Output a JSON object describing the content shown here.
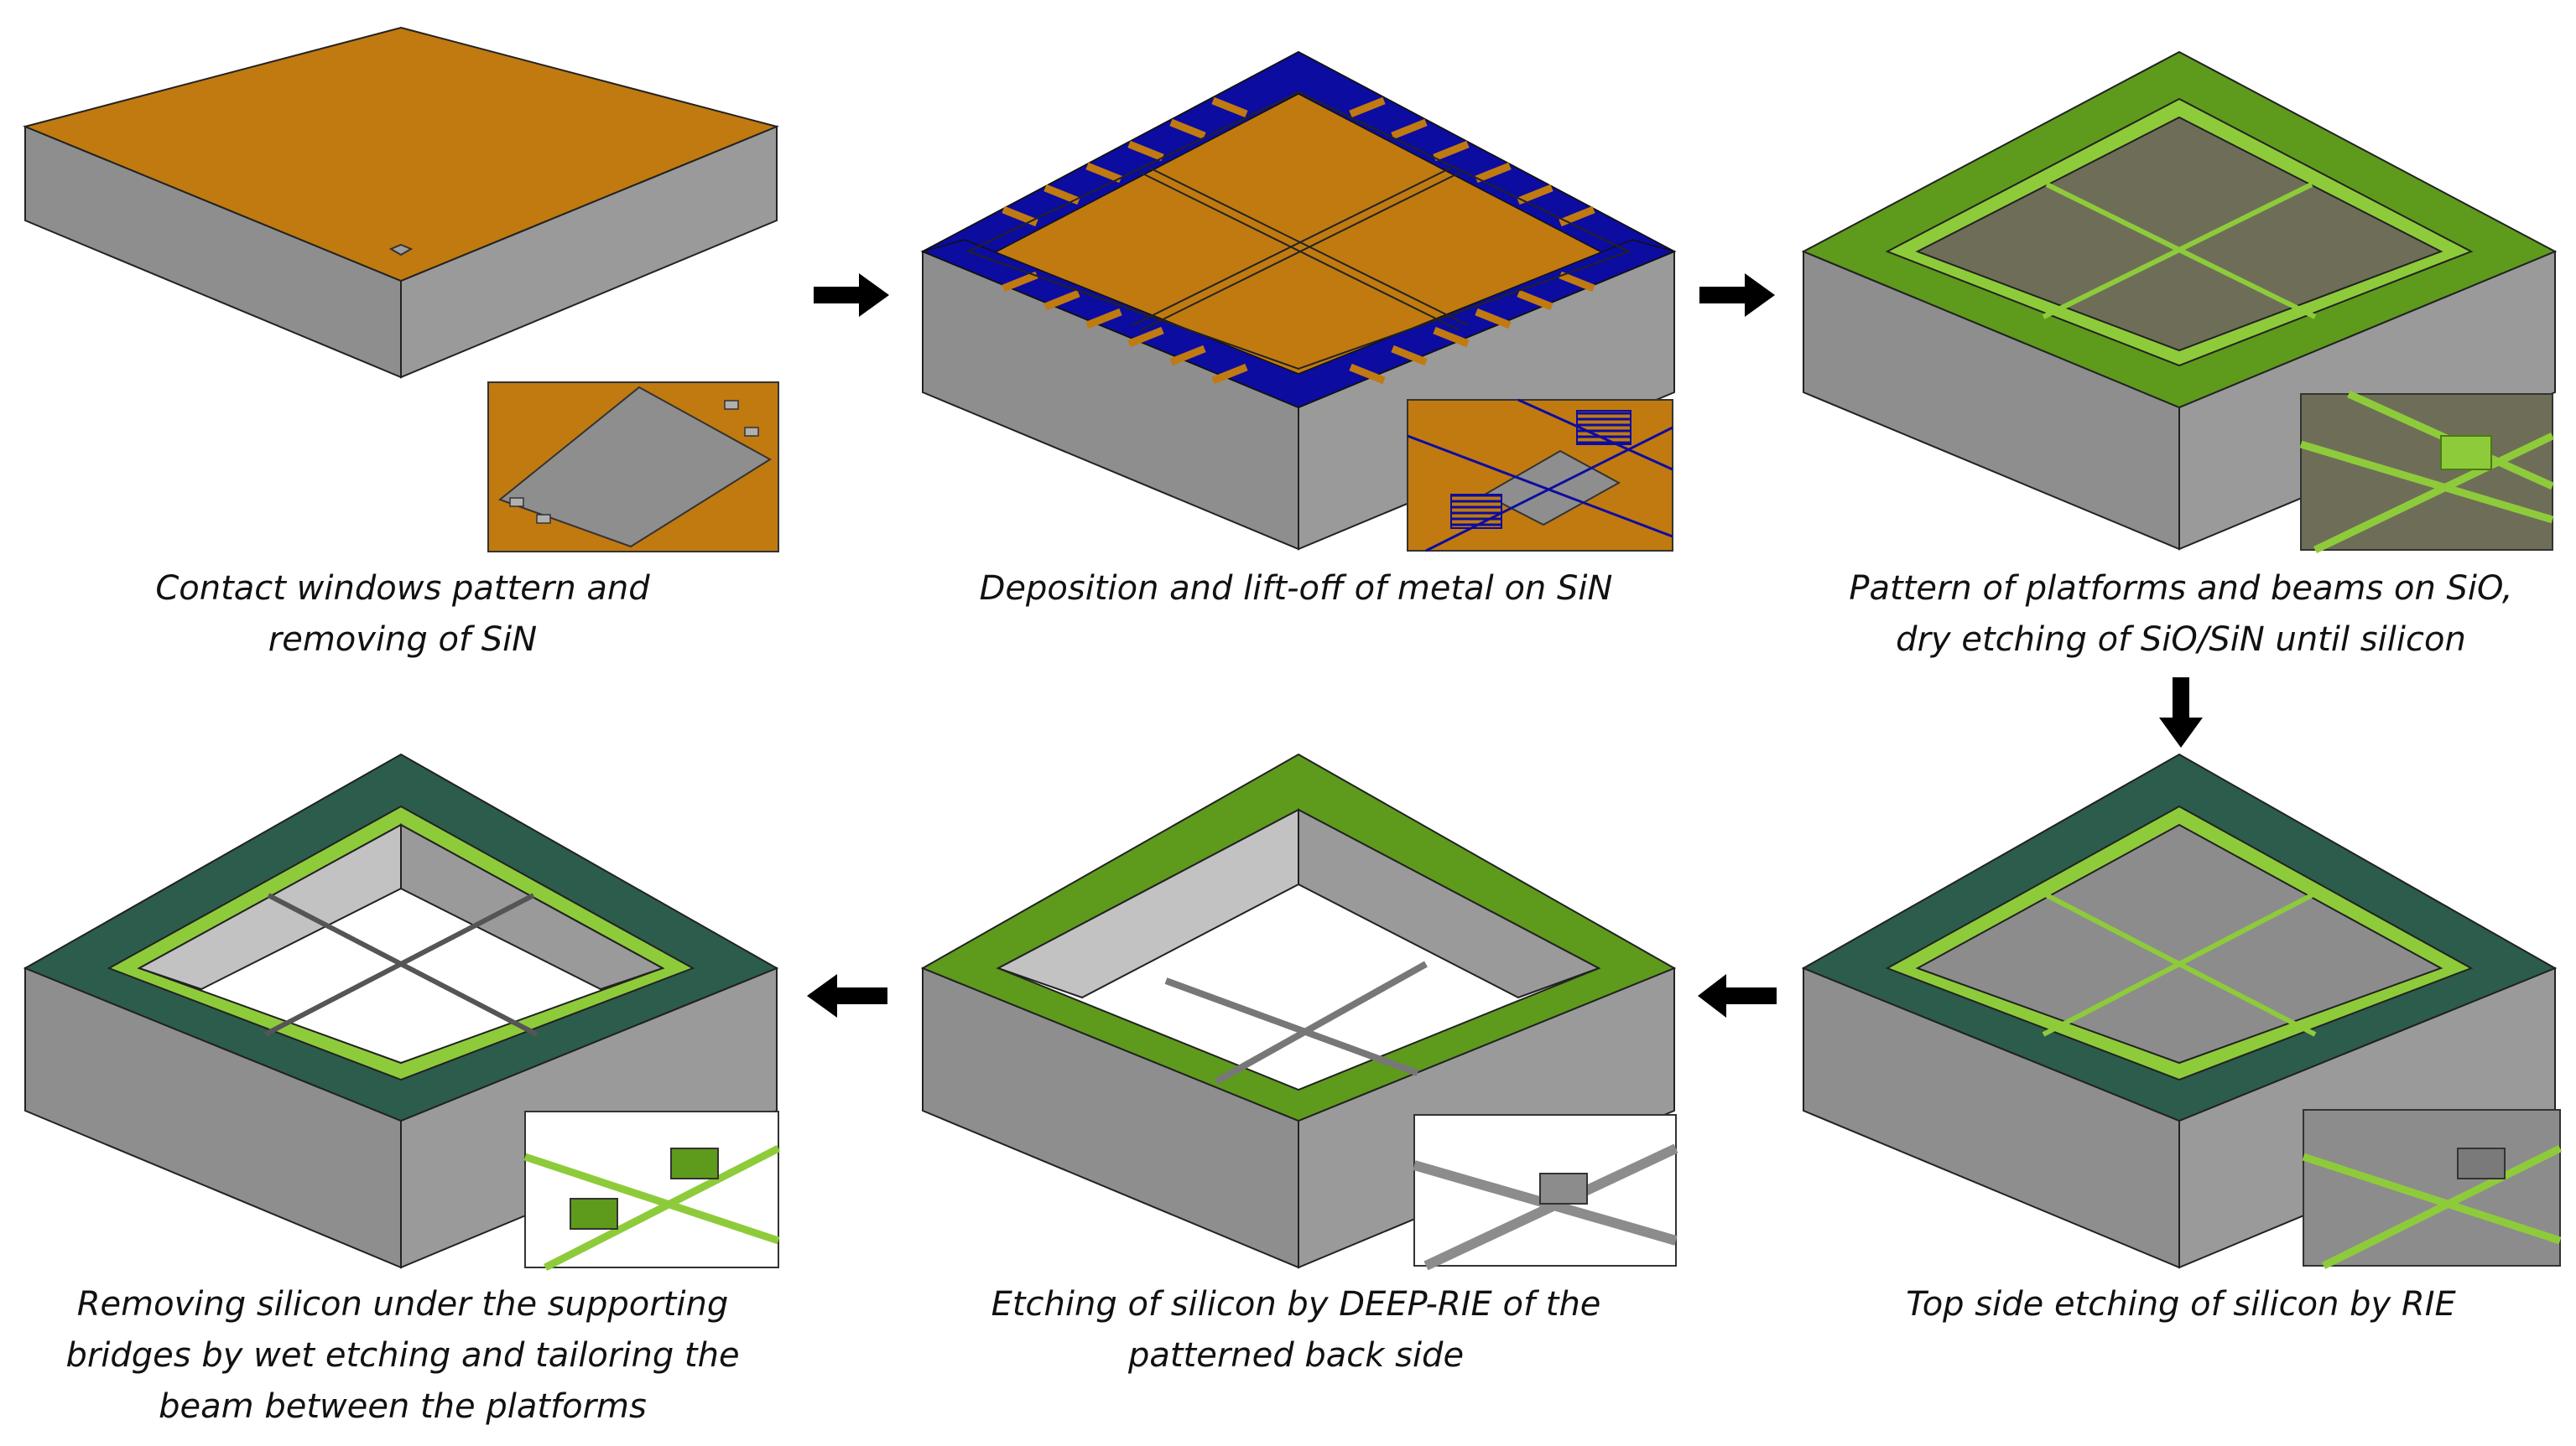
{
  "steps": [
    {
      "id": 1,
      "caption": [
        "Contact windows pattern and",
        "removing of SiN"
      ]
    },
    {
      "id": 2,
      "caption": [
        "Deposition and lift-off of metal on SiN"
      ]
    },
    {
      "id": 3,
      "caption": [
        "Pattern of platforms and beams on SiO,",
        "dry etching of SiO/SiN until silicon"
      ]
    },
    {
      "id": 4,
      "caption": [
        "Top side etching of silicon by RIE"
      ]
    },
    {
      "id": 5,
      "caption": [
        "Etching of silicon by DEEP-RIE of the",
        "patterned back side"
      ]
    },
    {
      "id": 6,
      "caption": [
        "Removing silicon under the supporting",
        "bridges by wet etching and tailoring the",
        "beam between the platforms"
      ]
    }
  ],
  "colors": {
    "sin_orange": "#c07a10",
    "metal_blue": "#0c0ca0",
    "oxide_green": "#5e9a1c",
    "oxide_green_light": "#8ecb3a",
    "pad_dark": "#2c5c4c",
    "olive_platform": "#6e6e58",
    "silicon_gray": "#8c8c8c",
    "silicon_dark": "#7a7a7a",
    "silicon_light": "#c2c2c2",
    "arrow": "#000000"
  }
}
